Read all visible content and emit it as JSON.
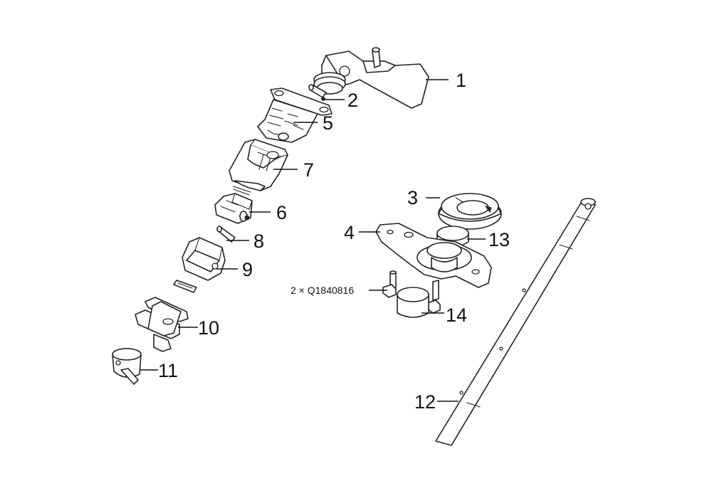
{
  "callouts": {
    "c1": "1",
    "c2": "2",
    "c3": "3",
    "c4": "4",
    "c5": "5",
    "c6": "6",
    "c7": "7",
    "c8": "8",
    "c9": "9",
    "c10": "10",
    "c11": "11",
    "c12": "12",
    "c13": "13",
    "c14": "14"
  },
  "notes": {
    "bolt_quantity": "2 × Q1840816"
  }
}
